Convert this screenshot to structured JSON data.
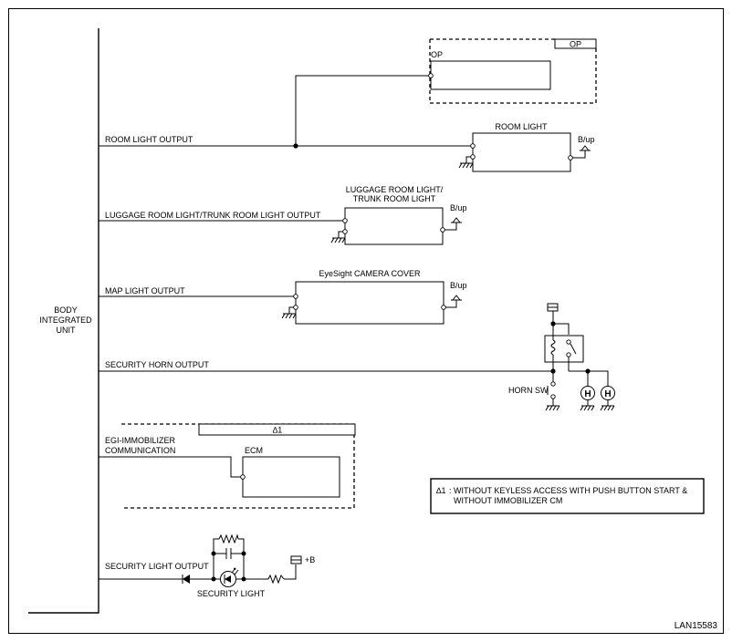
{
  "diagram_id": "LAN15583",
  "body_unit": {
    "line1": "BODY",
    "line2": "INTEGRATED",
    "line3": "UNIT"
  },
  "op_option": {
    "tag": "OP",
    "terminal": "OP"
  },
  "room_light": {
    "output": "ROOM LIGHT OUTPUT",
    "component": "ROOM LIGHT",
    "supply": "B/up"
  },
  "luggage_light": {
    "output": "LUGGAGE ROOM LIGHT/TRUNK ROOM LIGHT OUTPUT",
    "component_line1": "LUGGAGE ROOM LIGHT/",
    "component_line2": "TRUNK ROOM LIGHT",
    "supply": "B/up"
  },
  "map_light": {
    "output": "MAP LIGHT OUTPUT",
    "component": "EyeSight CAMERA COVER",
    "supply": "B/up"
  },
  "security_horn": {
    "output": "SECURITY HORN OUTPUT",
    "switch": "HORN SW",
    "horn_symbol": "H"
  },
  "egi": {
    "line1": "EGI-IMMOBILIZER",
    "line2": "COMMUNICATION",
    "ecm": "ECM",
    "tag": "∆1"
  },
  "security_light": {
    "output": "SECURITY LIGHT OUTPUT",
    "component": "SECURITY LIGHT",
    "supply": "+B"
  },
  "note": {
    "mark": "∆1",
    "line1": ": WITHOUT KEYLESS ACCESS WITH PUSH BUTTON START &",
    "line2": "WITHOUT IMMOBILIZER CM"
  }
}
